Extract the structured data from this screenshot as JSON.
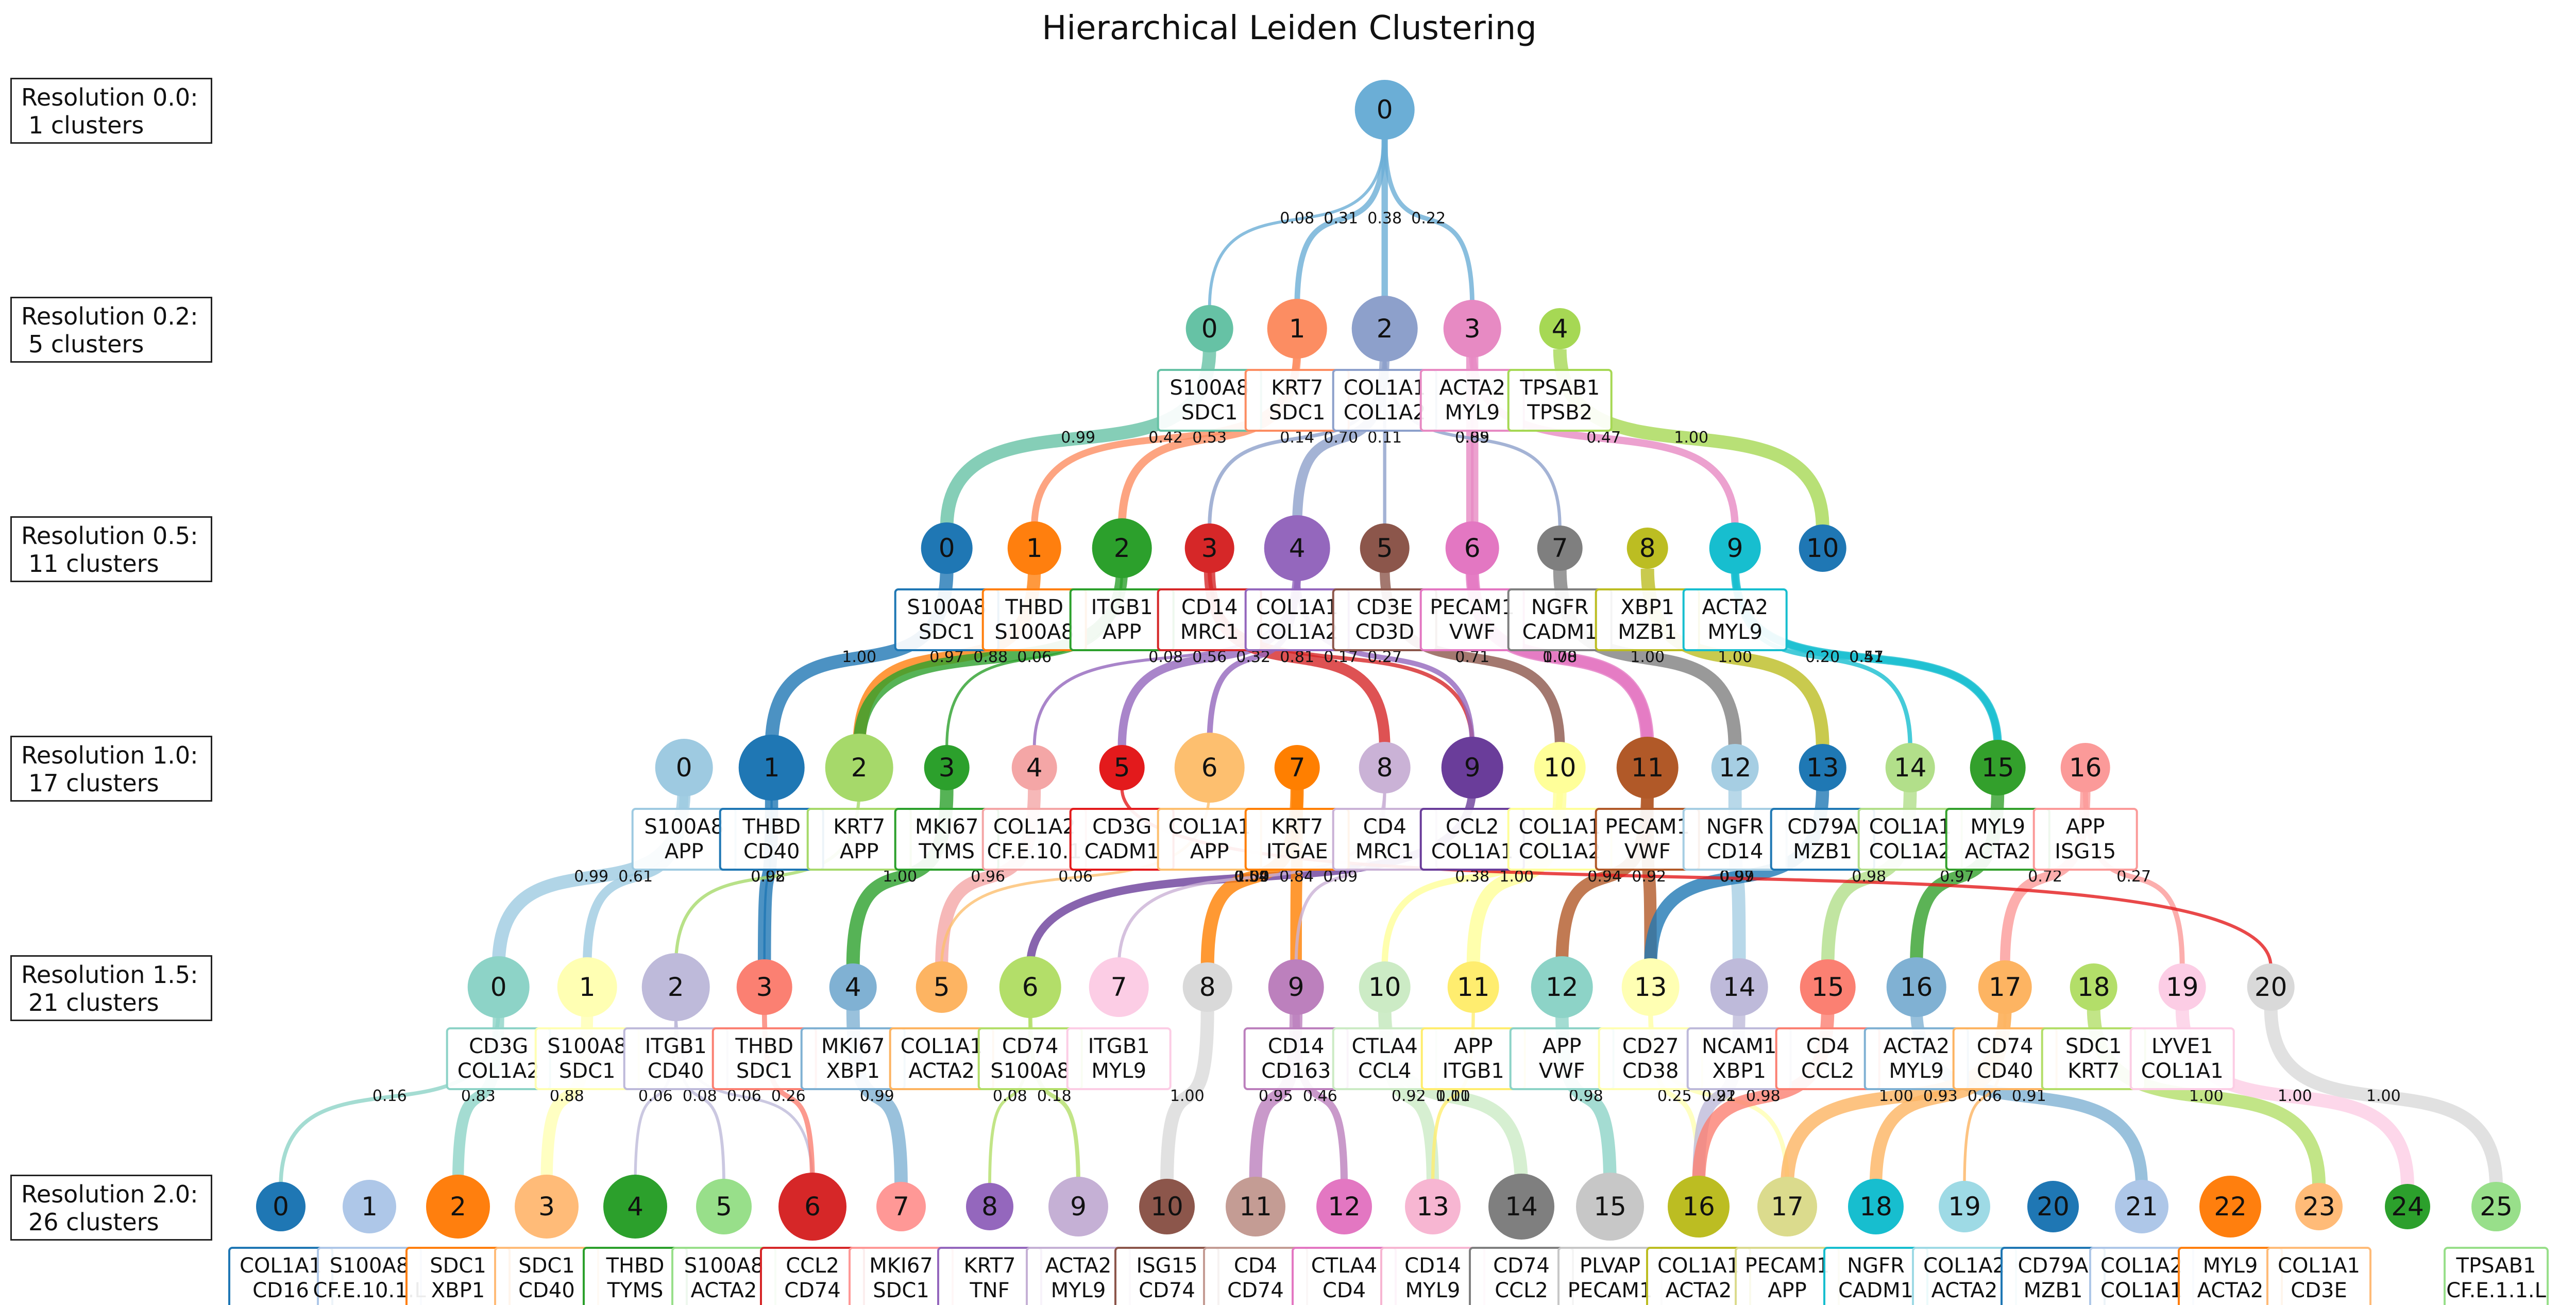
{
  "title": "Hierarchical Leiden Clustering",
  "levels": [
    {
      "resolution": "Resolution 0.0:",
      "clusters": "1 clusters",
      "n": 1
    },
    {
      "resolution": "Resolution 0.2:",
      "clusters": "5 clusters",
      "n": 5
    },
    {
      "resolution": "Resolution 0.5:",
      "clusters": "11 clusters",
      "n": 11
    },
    {
      "resolution": "Resolution 1.0:",
      "clusters": "17 clusters",
      "n": 17
    },
    {
      "resolution": "Resolution 1.5:",
      "clusters": "21 clusters",
      "n": 21
    },
    {
      "resolution": "Resolution 2.0:",
      "clusters": "26 clusters",
      "n": 26
    }
  ],
  "nodes": [
    [
      {
        "label": "0",
        "color": "#6baed6",
        "size": 2.0,
        "genes": []
      }
    ],
    [
      {
        "label": "0",
        "color": "#66c2a5",
        "size": 1.4,
        "genes": [
          "S100A8",
          "SDC1"
        ]
      },
      {
        "label": "1",
        "color": "#fc8d62",
        "size": 2.0,
        "genes": [
          "KRT7",
          "SDC1"
        ]
      },
      {
        "label": "2",
        "color": "#8da0cb",
        "size": 2.3,
        "genes": [
          "COL1A1",
          "COL1A2"
        ]
      },
      {
        "label": "3",
        "color": "#e78ac3",
        "size": 1.9,
        "genes": [
          "ACTA2",
          "MYL9"
        ]
      },
      {
        "label": "4",
        "color": "#a6d854",
        "size": 1.1,
        "genes": [
          "TPSAB1",
          "TPSB2"
        ]
      }
    ],
    [
      {
        "label": "0",
        "color": "#1f77b4",
        "size": 1.6,
        "genes": [
          "S100A8",
          "SDC1"
        ]
      },
      {
        "label": "1",
        "color": "#ff7f0e",
        "size": 1.7,
        "genes": [
          "THBD",
          "S100A8"
        ]
      },
      {
        "label": "2",
        "color": "#2ca02c",
        "size": 2.0,
        "genes": [
          "ITGB1",
          "APP"
        ]
      },
      {
        "label": "3",
        "color": "#d62728",
        "size": 1.5,
        "genes": [
          "CD14",
          "MRC1"
        ]
      },
      {
        "label": "4",
        "color": "#9467bd",
        "size": 2.3,
        "genes": [
          "COL1A1",
          "COL1A2"
        ]
      },
      {
        "label": "5",
        "color": "#8c564b",
        "size": 1.5,
        "genes": [
          "CD3E",
          "CD3D"
        ]
      },
      {
        "label": "6",
        "color": "#e377c2",
        "size": 1.7,
        "genes": [
          "PECAM1",
          "VWF"
        ]
      },
      {
        "label": "7",
        "color": "#7f7f7f",
        "size": 1.3,
        "genes": [
          "NGFR",
          "CADM1"
        ]
      },
      {
        "label": "8",
        "color": "#bcbd22",
        "size": 1.1,
        "genes": [
          "XBP1",
          "MZB1"
        ]
      },
      {
        "label": "9",
        "color": "#17becf",
        "size": 1.6,
        "genes": [
          "ACTA2",
          "MYL9"
        ]
      },
      {
        "label": "10",
        "color": "#1f77b4",
        "size": 1.4,
        "genes": []
      }
    ],
    [
      {
        "label": "0",
        "color": "#9ecae1",
        "size": 1.9,
        "genes": [
          "S100A8",
          "APP"
        ]
      },
      {
        "label": "1",
        "color": "#1f77b4",
        "size": 2.3,
        "genes": [
          "THBD",
          "CD40"
        ]
      },
      {
        "label": "2",
        "color": "#a6d96a",
        "size": 2.4,
        "genes": [
          "KRT7",
          "APP"
        ]
      },
      {
        "label": "3",
        "color": "#2ca02c",
        "size": 1.3,
        "genes": [
          "MKI67",
          "TYMS"
        ]
      },
      {
        "label": "4",
        "color": "#f4a6a6",
        "size": 1.3,
        "genes": [
          "COL1A2",
          "CF.E.10.1"
        ]
      },
      {
        "label": "5",
        "color": "#e31a1c",
        "size": 1.3,
        "genes": [
          "CD3G",
          "CADM1"
        ]
      },
      {
        "label": "6",
        "color": "#fdbf6f",
        "size": 2.5,
        "genes": [
          "COL1A1",
          "APP"
        ]
      },
      {
        "label": "7",
        "color": "#ff7f00",
        "size": 1.3,
        "genes": [
          "KRT7",
          "ITGAE"
        ]
      },
      {
        "label": "8",
        "color": "#cab2d6",
        "size": 1.6,
        "genes": [
          "CD4",
          "MRC1"
        ]
      },
      {
        "label": "9",
        "color": "#6a3d9a",
        "size": 2.1,
        "genes": [
          "CCL2",
          "COL1A1"
        ]
      },
      {
        "label": "10",
        "color": "#ffff99",
        "size": 1.6,
        "genes": [
          "COL1A1",
          "COL1A2"
        ]
      },
      {
        "label": "11",
        "color": "#b15928",
        "size": 2.1,
        "genes": [
          "PECAM1",
          "VWF"
        ]
      },
      {
        "label": "12",
        "color": "#a6cee3",
        "size": 1.4,
        "genes": [
          "NGFR",
          "CD14"
        ]
      },
      {
        "label": "13",
        "color": "#1f78b4",
        "size": 1.4,
        "genes": [
          "CD79A",
          "MZB1"
        ]
      },
      {
        "label": "14",
        "color": "#b2df8a",
        "size": 1.5,
        "genes": [
          "COL1A1",
          "COL1A2"
        ]
      },
      {
        "label": "15",
        "color": "#33a02c",
        "size": 1.8,
        "genes": [
          "MYL9",
          "ACTA2"
        ]
      },
      {
        "label": "16",
        "color": "#fb9a99",
        "size": 1.5,
        "genes": [
          "APP",
          "ISG15"
        ]
      }
    ],
    [
      {
        "label": "0",
        "color": "#8dd3c7",
        "size": 2.1,
        "genes": [
          "CD3G",
          "COL1A2"
        ]
      },
      {
        "label": "1",
        "color": "#ffffb3",
        "size": 2.0,
        "genes": [
          "S100A8",
          "SDC1"
        ]
      },
      {
        "label": "2",
        "color": "#bebada",
        "size": 2.4,
        "genes": [
          "ITGB1",
          "CD40"
        ]
      },
      {
        "label": "3",
        "color": "#fb8072",
        "size": 1.8,
        "genes": [
          "THBD",
          "SDC1"
        ]
      },
      {
        "label": "4",
        "color": "#80b1d3",
        "size": 1.4,
        "genes": [
          "MKI67",
          "XBP1"
        ]
      },
      {
        "label": "5",
        "color": "#fdb462",
        "size": 1.6,
        "genes": [
          "COL1A1",
          "ACTA2"
        ]
      },
      {
        "label": "6",
        "color": "#b3de69",
        "size": 2.1,
        "genes": [
          "CD74",
          "S100A8"
        ]
      },
      {
        "label": "7",
        "color": "#fccde5",
        "size": 2.0,
        "genes": [
          "ITGB1",
          "MYL9"
        ]
      },
      {
        "label": "8",
        "color": "#d9d9d9",
        "size": 1.5,
        "genes": []
      },
      {
        "label": "9",
        "color": "#bc80bd",
        "size": 1.8,
        "genes": [
          "CD14",
          "CD163"
        ]
      },
      {
        "label": "10",
        "color": "#ccebc5",
        "size": 1.6,
        "genes": [
          "CTLA4",
          "CCL4"
        ]
      },
      {
        "label": "11",
        "color": "#ffed6f",
        "size": 1.6,
        "genes": [
          "APP",
          "ITGB1"
        ]
      },
      {
        "label": "12",
        "color": "#8dd3c7",
        "size": 2.1,
        "genes": [
          "APP",
          "VWF"
        ]
      },
      {
        "label": "13",
        "color": "#ffffb3",
        "size": 1.9,
        "genes": [
          "CD27",
          "CD38"
        ]
      },
      {
        "label": "14",
        "color": "#bebada",
        "size": 1.9,
        "genes": [
          "NCAM1",
          "XBP1"
        ]
      },
      {
        "label": "15",
        "color": "#fb8072",
        "size": 1.8,
        "genes": [
          "CD4",
          "CCL2"
        ]
      },
      {
        "label": "16",
        "color": "#80b1d3",
        "size": 2.0,
        "genes": [
          "ACTA2",
          "MYL9"
        ]
      },
      {
        "label": "17",
        "color": "#fdb462",
        "size": 1.7,
        "genes": [
          "CD74",
          "CD40"
        ]
      },
      {
        "label": "18",
        "color": "#b3de69",
        "size": 1.4,
        "genes": [
          "SDC1",
          "KRT7"
        ]
      },
      {
        "label": "19",
        "color": "#fccde5",
        "size": 1.4,
        "genes": [
          "LYVE1",
          "COL1A1"
        ]
      },
      {
        "label": "20",
        "color": "#d9d9d9",
        "size": 1.4,
        "genes": []
      }
    ],
    [
      {
        "label": "0",
        "color": "#1f77b4",
        "size": 1.5,
        "genes": [
          "COL1A1",
          "CD16"
        ]
      },
      {
        "label": "1",
        "color": "#aec7e8",
        "size": 1.7,
        "genes": [
          "S100A8",
          "CF.E.10.1.L"
        ]
      },
      {
        "label": "2",
        "color": "#ff7f0e",
        "size": 2.2,
        "genes": [
          "SDC1",
          "XBP1"
        ]
      },
      {
        "label": "3",
        "color": "#ffbb78",
        "size": 2.2,
        "genes": [
          "SDC1",
          "CD40"
        ]
      },
      {
        "label": "4",
        "color": "#2ca02c",
        "size": 2.2,
        "genes": [
          "THBD",
          "TYMS"
        ]
      },
      {
        "label": "5",
        "color": "#98df8a",
        "size": 1.8,
        "genes": [
          "S100A8",
          "ACTA2"
        ]
      },
      {
        "label": "6",
        "color": "#d62728",
        "size": 2.4,
        "genes": [
          "CCL2",
          "CD74"
        ]
      },
      {
        "label": "7",
        "color": "#ff9896",
        "size": 1.5,
        "genes": [
          "MKI67",
          "SDC1"
        ]
      },
      {
        "label": "8",
        "color": "#9467bd",
        "size": 1.4,
        "genes": [
          "KRT7",
          "TNF"
        ]
      },
      {
        "label": "9",
        "color": "#c5b0d5",
        "size": 2.0,
        "genes": [
          "ACTA2",
          "MYL9"
        ]
      },
      {
        "label": "10",
        "color": "#8c564b",
        "size": 1.8,
        "genes": [
          "ISG15",
          "CD74"
        ]
      },
      {
        "label": "11",
        "color": "#c49c94",
        "size": 2.0,
        "genes": [
          "CD4",
          "CD74"
        ]
      },
      {
        "label": "12",
        "color": "#e377c2",
        "size": 1.8,
        "genes": [
          "CTLA4",
          "CD4"
        ]
      },
      {
        "label": "13",
        "color": "#f7b6d2",
        "size": 1.8,
        "genes": [
          "CD14",
          "MYL9"
        ]
      },
      {
        "label": "14",
        "color": "#7f7f7f",
        "size": 2.3,
        "genes": [
          "CD74",
          "CCL2"
        ]
      },
      {
        "label": "15",
        "color": "#c7c7c7",
        "size": 2.4,
        "genes": [
          "PLVAP",
          "PECAM1"
        ]
      },
      {
        "label": "16",
        "color": "#bcbd22",
        "size": 2.1,
        "genes": [
          "COL1A1",
          "ACTA2"
        ]
      },
      {
        "label": "17",
        "color": "#dbdb8d",
        "size": 2.0,
        "genes": [
          "PECAM1",
          "APP"
        ]
      },
      {
        "label": "18",
        "color": "#17becf",
        "size": 1.8,
        "genes": [
          "NGFR",
          "CADM1"
        ]
      },
      {
        "label": "19",
        "color": "#9edae5",
        "size": 1.6,
        "genes": [
          "COL1A2",
          "ACTA2"
        ]
      },
      {
        "label": "20",
        "color": "#1f77b4",
        "size": 1.6,
        "genes": [
          "CD79A",
          "MZB1"
        ]
      },
      {
        "label": "21",
        "color": "#aec7e8",
        "size": 1.7,
        "genes": [
          "COL1A2",
          "COL1A1"
        ]
      },
      {
        "label": "22",
        "color": "#ff7f0e",
        "size": 2.1,
        "genes": [
          "MYL9",
          "ACTA2"
        ]
      },
      {
        "label": "23",
        "color": "#ffbb78",
        "size": 1.4,
        "genes": [
          "COL1A1",
          "CD3E"
        ]
      },
      {
        "label": "24",
        "color": "#2ca02c",
        "size": 1.3,
        "genes": []
      },
      {
        "label": "25",
        "color": "#98df8a",
        "size": 1.5,
        "genes": [
          "TPSAB1",
          "CF.E.1.1.L"
        ]
      }
    ]
  ],
  "edges": [
    [
      [
        0,
        0,
        0,
        "0.08"
      ],
      [
        0,
        1,
        0,
        "0.31"
      ],
      [
        0,
        2,
        0,
        "0.38"
      ],
      [
        0,
        3,
        0,
        "0.22"
      ]
    ],
    [
      [
        0,
        0,
        0,
        "0.99"
      ],
      [
        1,
        1,
        1,
        "0.42"
      ],
      [
        1,
        2,
        1,
        "0.53"
      ],
      [
        2,
        3,
        2,
        "0.14"
      ],
      [
        2,
        4,
        2,
        "0.70"
      ],
      [
        2,
        5,
        2,
        "0.11"
      ],
      [
        3,
        6,
        3,
        "0.89"
      ],
      [
        3,
        6,
        3,
        "0.05"
      ],
      [
        2,
        7,
        2,
        ""
      ],
      [
        3,
        9,
        3,
        "0.47"
      ],
      [
        4,
        10,
        4,
        "1.00"
      ]
    ],
    [
      [
        0,
        1,
        0,
        "1.00"
      ],
      [
        1,
        2,
        1,
        "0.97"
      ],
      [
        2,
        2,
        2,
        "0.88"
      ],
      [
        2,
        3,
        2,
        "0.06"
      ],
      [
        4,
        4,
        4,
        "0.08"
      ],
      [
        4,
        5,
        4,
        "0.56"
      ],
      [
        3,
        8,
        3,
        "0.81"
      ],
      [
        3,
        9,
        3,
        "0.17"
      ],
      [
        4,
        9,
        4,
        "0.27"
      ],
      [
        4,
        6,
        4,
        "0.32"
      ],
      [
        5,
        10,
        5,
        "0.71"
      ],
      [
        6,
        11,
        6,
        "0.78"
      ],
      [
        6,
        11,
        6,
        "1.00"
      ],
      [
        7,
        12,
        7,
        "1.00"
      ],
      [
        8,
        13,
        8,
        "1.00"
      ],
      [
        9,
        14,
        9,
        "0.20"
      ],
      [
        9,
        15,
        9,
        "0.41"
      ],
      [
        9,
        15,
        9,
        "0.57"
      ]
    ],
    [
      [
        0,
        0,
        0,
        "0.99"
      ],
      [
        0,
        1,
        0,
        "0.61"
      ],
      [
        1,
        3,
        1,
        "0.98"
      ],
      [
        1,
        3,
        1,
        "0.02"
      ],
      [
        2,
        2,
        2,
        ""
      ],
      [
        3,
        4,
        3,
        "1.00"
      ],
      [
        4,
        5,
        4,
        "0.96"
      ],
      [
        6,
        5,
        6,
        "0.06"
      ],
      [
        9,
        6,
        9,
        "0.54"
      ],
      [
        7,
        8,
        7,
        "1.00"
      ],
      [
        7,
        9,
        7,
        "0.84"
      ],
      [
        8,
        9,
        8,
        "0.09"
      ],
      [
        8,
        7,
        8,
        "0.09"
      ],
      [
        10,
        10,
        10,
        "0.38"
      ],
      [
        10,
        11,
        10,
        "1.00"
      ],
      [
        11,
        13,
        11,
        "0.92"
      ],
      [
        11,
        12,
        11,
        "0.94"
      ],
      [
        12,
        14,
        12,
        "0.99"
      ],
      [
        13,
        13,
        13,
        "0.97"
      ],
      [
        14,
        15,
        14,
        "0.98"
      ],
      [
        15,
        16,
        15,
        "0.97"
      ],
      [
        16,
        17,
        16,
        "0.72"
      ],
      [
        16,
        19,
        16,
        "0.27"
      ],
      [
        5,
        20,
        5,
        ""
      ]
    ],
    [
      [
        0,
        0,
        0,
        "0.16"
      ],
      [
        0,
        2,
        0,
        "0.83"
      ],
      [
        1,
        3,
        1,
        "0.88"
      ],
      [
        2,
        4,
        2,
        "0.06"
      ],
      [
        2,
        5,
        2,
        "0.08"
      ],
      [
        2,
        6,
        2,
        "0.06"
      ],
      [
        3,
        6,
        3,
        "0.26"
      ],
      [
        4,
        7,
        4,
        "0.99"
      ],
      [
        6,
        9,
        6,
        "0.18"
      ],
      [
        6,
        8,
        6,
        "0.08"
      ],
      [
        8,
        10,
        8,
        "1.00"
      ],
      [
        9,
        11,
        9,
        "0.95"
      ],
      [
        9,
        12,
        9,
        "0.46"
      ],
      [
        10,
        14,
        10,
        "1.00"
      ],
      [
        10,
        13,
        10,
        "0.92"
      ],
      [
        12,
        15,
        12,
        "0.98"
      ],
      [
        11,
        13,
        11,
        "0.11"
      ],
      [
        13,
        16,
        13,
        "0.25"
      ],
      [
        13,
        17,
        13,
        "0.21"
      ],
      [
        14,
        16,
        14,
        "0.92"
      ],
      [
        15,
        16,
        15,
        "0.98"
      ],
      [
        16,
        21,
        16,
        "0.91"
      ],
      [
        17,
        18,
        17,
        "0.93"
      ],
      [
        17,
        17,
        17,
        "1.00"
      ],
      [
        17,
        19,
        17,
        "0.06"
      ],
      [
        18,
        23,
        18,
        "1.00"
      ],
      [
        19,
        24,
        19,
        "1.00"
      ],
      [
        20,
        25,
        20,
        "1.00"
      ]
    ]
  ]
}
